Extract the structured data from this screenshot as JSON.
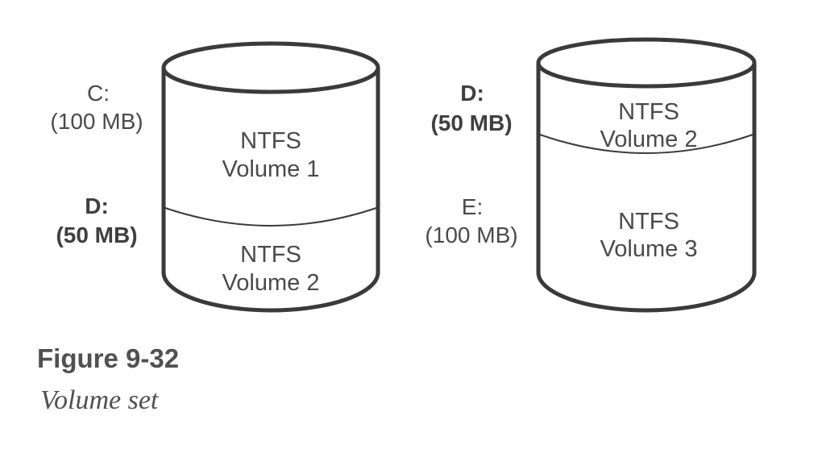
{
  "figure": {
    "number": "Figure 9-32",
    "caption": "Volume set"
  },
  "colors": {
    "outline": "#3a3a3a",
    "text": "#4a4a4a",
    "background": "#ffffff"
  },
  "disk1": {
    "upper_volume": {
      "name_line1": "NTFS",
      "name_line2": "Volume 1",
      "drive_letter": "C:",
      "size": "(100 MB)"
    },
    "lower_volume": {
      "name_line1": "NTFS",
      "name_line2": "Volume 2",
      "drive_letter": "D:",
      "size": "(50 MB)"
    }
  },
  "disk2": {
    "upper_volume": {
      "name_line1": "NTFS",
      "name_line2": "Volume 2",
      "drive_letter": "D:",
      "size": "(50 MB)"
    },
    "lower_volume": {
      "name_line1": "NTFS",
      "name_line2": "Volume 3",
      "drive_letter": "E:",
      "size": "(100 MB)"
    }
  }
}
